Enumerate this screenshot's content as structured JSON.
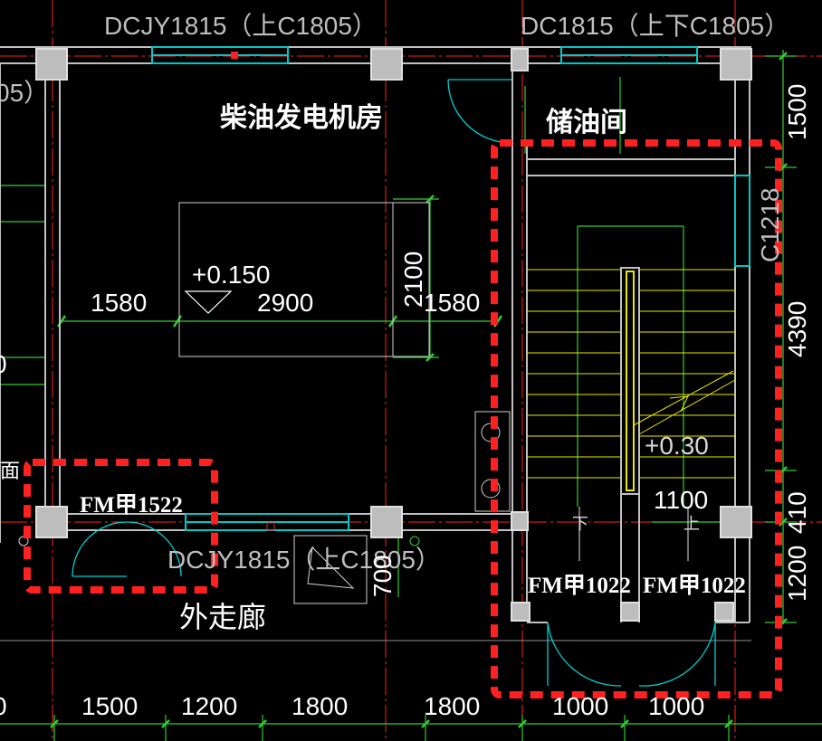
{
  "labels": {
    "room_generator": "柴油发电机房",
    "room_oil": "储油间",
    "corridor": "外走廊",
    "window_top_left": "DCJY1815（上C1805）",
    "window_top_right": "DC1815（上下C1805）",
    "window_bottom": "DCJY1815（上C1805）",
    "window_left_partial": "05）",
    "window_right_side": "C1218",
    "door_left": "FM甲1522",
    "door_mid": "FM甲1022",
    "door_right": "FM甲1022",
    "elev_main": "+0.150",
    "elev_stair": "+0.30",
    "stair_down": "下",
    "stair_up": "上",
    "left_partial": "面"
  },
  "dimensions": {
    "d1580_left": "1580",
    "d2900": "2900",
    "d1580_right": "1580",
    "d2100": "2100",
    "d1500_right": "1500",
    "d4390": "4390",
    "d410": "410",
    "d1200_right": "1200",
    "d1100": "1100",
    "d700": "700",
    "left_edge": "0",
    "left_edge2": "0",
    "bottom_1500": "1500",
    "bottom_1200": "1200",
    "bottom_1800a": "1800",
    "bottom_1800b": "1800",
    "bottom_1000a": "1000",
    "bottom_1000b": "1000"
  },
  "colors": {
    "wall": "#c0c0c0",
    "grid_axis": "#ff2020",
    "dimension_line": "#33cc33",
    "door_arc": "#00d0d0",
    "stair": "#e8e800",
    "highlight": "#ff2020"
  }
}
